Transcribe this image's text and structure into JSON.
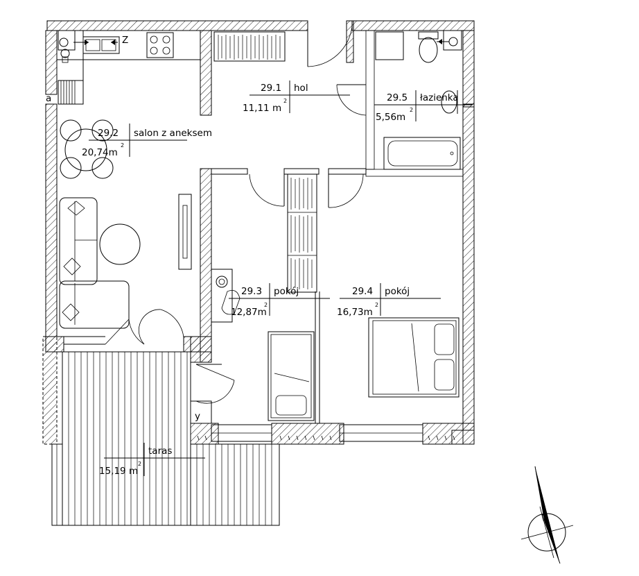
{
  "rooms": [
    {
      "number": "29.1",
      "name": "hol",
      "area": "11,11 m",
      "unit_sup": "2"
    },
    {
      "number": "29.2",
      "name": "salon z aneksem",
      "area": "20,74m",
      "unit_sup": "2"
    },
    {
      "number": "29.3",
      "name": "pokój",
      "area": "12,87m",
      "unit_sup": "2"
    },
    {
      "number": "29.4",
      "name": "pokój",
      "area": "16,73m",
      "unit_sup": "2"
    },
    {
      "number": "29.5",
      "name": "łazienka",
      "area": "5,56m",
      "unit_sup": "2"
    }
  ],
  "terrace": {
    "name": "taras",
    "area": "15,19 m",
    "unit_sup": "2"
  },
  "markers": {
    "kitchen_z": "Z",
    "side_a": "a",
    "side_y": "y"
  },
  "colors": {
    "line": "#000000",
    "background": "#ffffff"
  },
  "icons": [
    "north-arrow-icon",
    "sink-icon",
    "stove-icon",
    "toilet-icon",
    "bathtub-icon",
    "bed-icon",
    "sofa-icon",
    "round-table-icon",
    "wardrobe-icon"
  ]
}
